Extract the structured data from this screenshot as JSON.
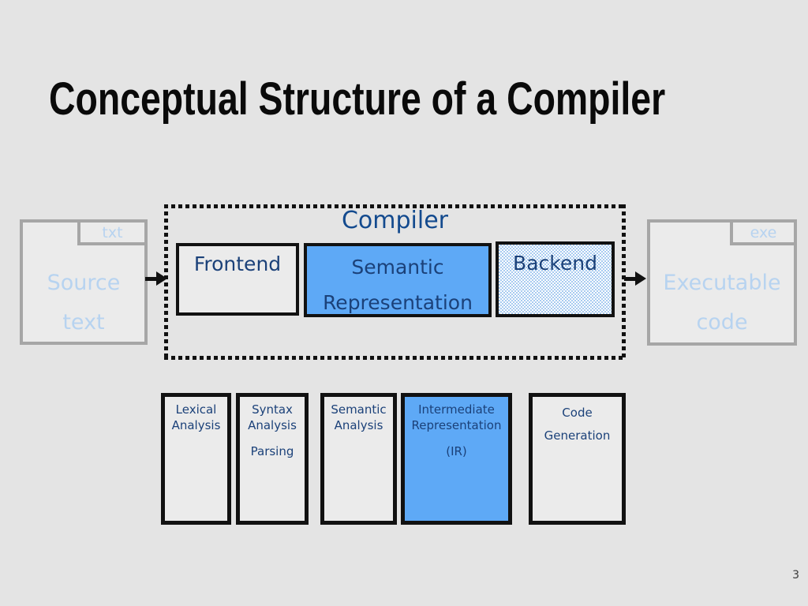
{
  "slide": {
    "title": "Conceptual Structure of a Compiler",
    "page_number": "3"
  },
  "source_file": {
    "badge": "txt",
    "lines": [
      "Source",
      "text"
    ]
  },
  "executable_file": {
    "badge": "exe",
    "lines": [
      "Executable",
      "code"
    ]
  },
  "compiler": {
    "label": "Compiler",
    "stages": [
      {
        "label": "Frontend",
        "fill": "plain"
      },
      {
        "lines": [
          "Semantic",
          "Representation"
        ],
        "fill": "solid-blue"
      },
      {
        "label": "Backend",
        "fill": "pattern-blue"
      }
    ]
  },
  "bottom_row": {
    "boxes": [
      {
        "lines": [
          "Lexical",
          "Analysis"
        ],
        "fill": "plain"
      },
      {
        "lines": [
          "Syntax",
          "Analysis",
          "Parsing"
        ],
        "fill": "plain"
      },
      {
        "lines": [
          "Semantic",
          "Analysis"
        ],
        "fill": "plain"
      },
      {
        "lines": [
          "Intermediate",
          "Representation",
          "(IR)"
        ],
        "fill": "solid-blue"
      },
      {
        "lines": [
          "Code",
          "Generation"
        ],
        "fill": "pattern-blue"
      }
    ]
  },
  "colors": {
    "background": "#e4e4e4",
    "box_fill": "#ebebeb",
    "gray_border": "#a6a6a6",
    "black_border": "#111111",
    "navy_text": "#1b4179",
    "compiler_title": "#134a8e",
    "light_blue_text": "#b7d3f0",
    "solid_blue_fill": "#5ea9f6",
    "pattern_blue": "#a8cbf0",
    "title_text": "#0a0a0a"
  }
}
